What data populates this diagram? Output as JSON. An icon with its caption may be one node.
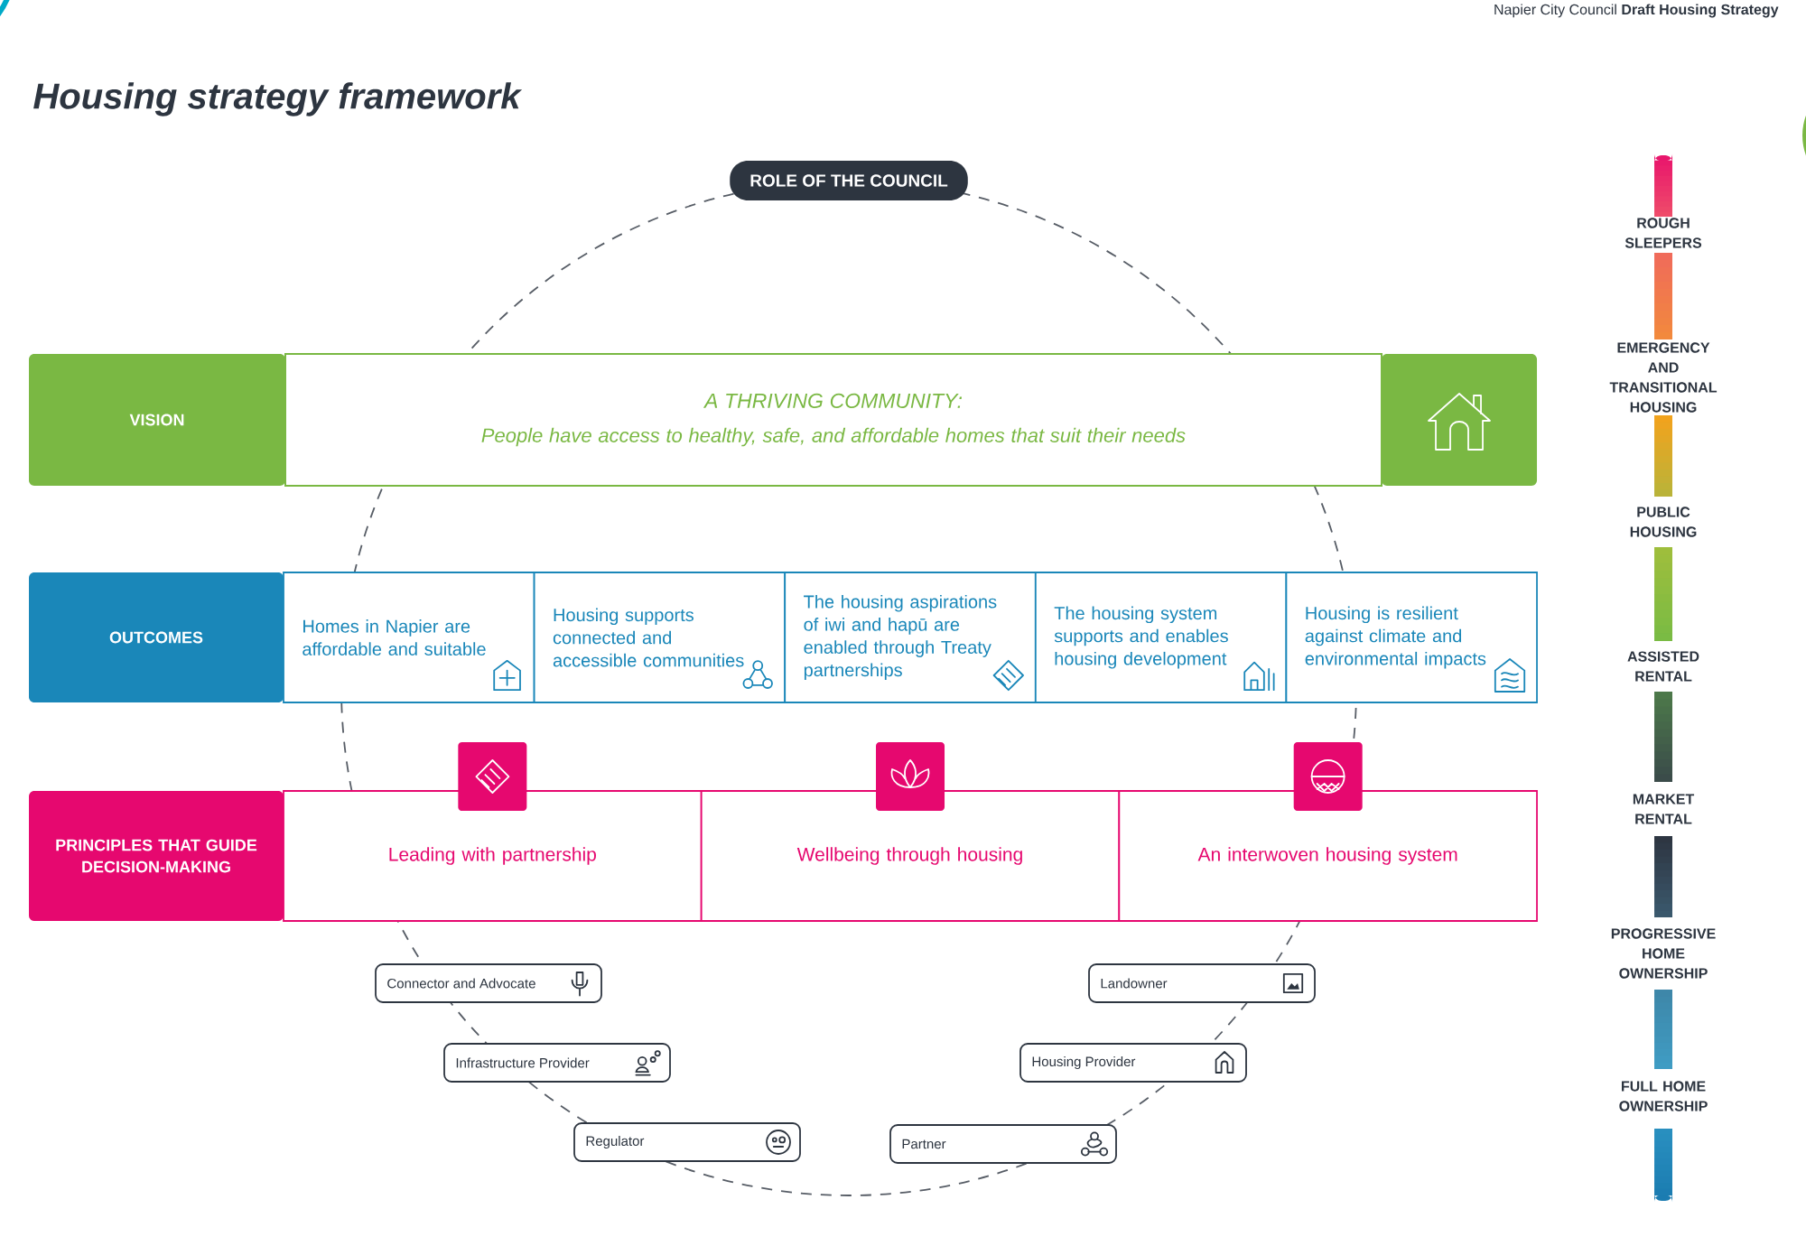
{
  "diagram": {
    "title": "Housing strategy framework",
    "nodes": [
      {
        "text": [
          "ROLE OF THE COUNCIL"
        ]
      },
      {
        "text": [
          "VISION"
        ]
      },
      {
        "text": [
          "A THRIVING COMMUNITY:",
          "People have access to healthy, safe, and affordable homes that suit their needs"
        ]
      },
      {
        "text": [
          "OUTCOMES"
        ]
      },
      {
        "text": [
          "Homes in Napier are affordable and suitable"
        ]
      },
      {
        "text": [
          "Housing supports connected and accessible communities"
        ]
      },
      {
        "text": [
          "The housing aspirations of iwi and hapū are enabled through Treaty partnerships"
        ]
      },
      {
        "text": [
          "The housing system supports and enables housing development"
        ]
      },
      {
        "text": [
          "Housing is resilient against climate and environmental impacts"
        ]
      },
      {
        "text": [
          "PRINCIPLES THAT GUIDE DECISION-MAKING"
        ]
      },
      {
        "text": [
          "Leading with partnership"
        ]
      },
      {
        "text": [
          "Wellbeing through housing"
        ]
      },
      {
        "text": [
          "An interwoven housing system"
        ]
      },
      {
        "text": [
          "Connector and Advocate"
        ]
      },
      {
        "text": [
          "Infrastructure Provider"
        ]
      },
      {
        "text": [
          "Regulator"
        ]
      },
      {
        "text": [
          "Landowner"
        ]
      },
      {
        "text": [
          "Housing Provider"
        ]
      },
      {
        "text": [
          "Partner"
        ]
      }
    ],
    "labels": [
      "Napier City Council **Draft Housing Strategy**",
      "ROUGH SLEEPERS",
      "EMERGENCY AND TRANSITIONAL HOUSING",
      "PUBLIC HOUSING",
      "ASSISTED RENTAL",
      "MARKET RENTAL",
      "PROGRESSIVE HOME OWNERSHIP",
      "FULL HOME OWNERSHIP"
    ]
  }
}
